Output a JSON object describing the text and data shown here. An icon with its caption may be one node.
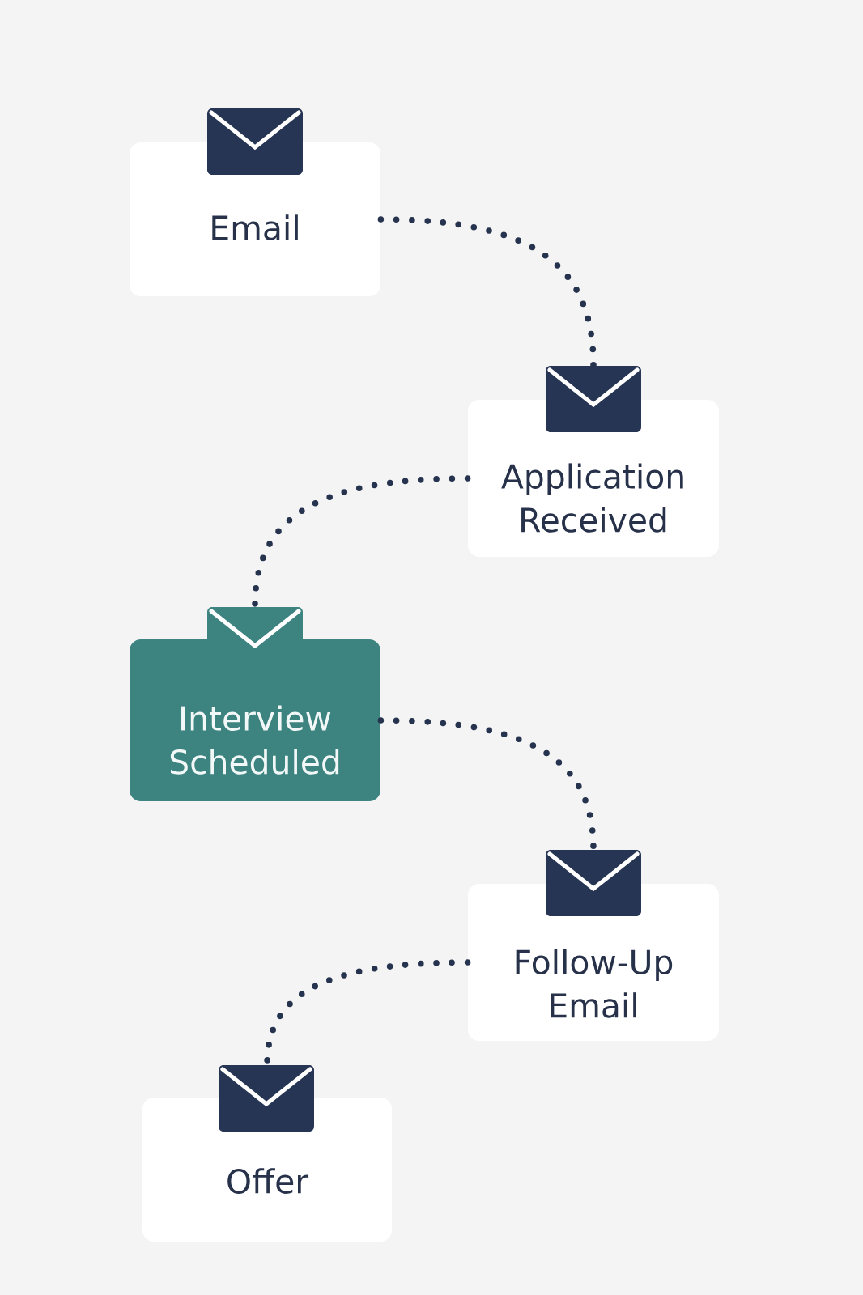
{
  "diagram": {
    "nodes": [
      {
        "text": [
          "Email"
        ]
      },
      {
        "text": [
          "Application Received"
        ]
      },
      {
        "text": [
          "Interview Scheduled"
        ]
      },
      {
        "text": [
          "Follow-Up Email"
        ]
      },
      {
        "text": [
          "Offer"
        ]
      }
    ],
    "edges": [
      {
        "from": 0,
        "to": 1,
        "arrow": "none"
      },
      {
        "from": 1,
        "to": 2,
        "arrow": "none"
      },
      {
        "from": 2,
        "to": 3,
        "arrow": "none"
      },
      {
        "from": 3,
        "to": 4,
        "arrow": "none"
      }
    ]
  }
}
